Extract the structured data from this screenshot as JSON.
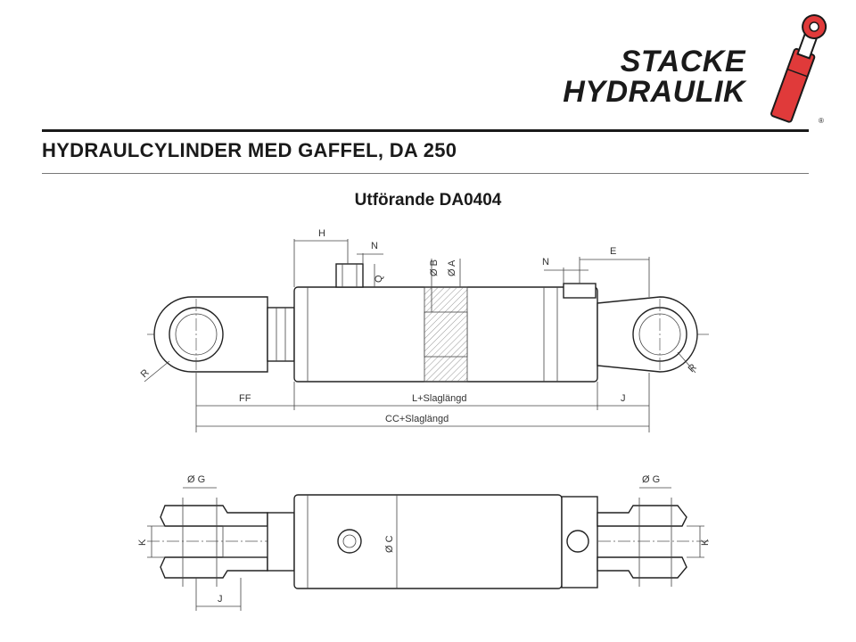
{
  "logo": {
    "line1": "STACKE",
    "line2": "HYDRAULIK",
    "registered": "®",
    "accent_color": "#e03a3a"
  },
  "header": {
    "title": "HYDRAULCYLINDER MED GAFFEL, DA 250"
  },
  "subtitle": "Utförande DA0404",
  "top_view": {
    "dim_H": "H",
    "dim_N_left": "N",
    "dim_Q": "Q",
    "dim_B": "Ø B",
    "dim_A": "Ø A",
    "dim_N_right": "N",
    "dim_E": "E",
    "dim_R_left": "R",
    "dim_R_right": "R",
    "dim_FF": "FF",
    "dim_L": "L+Slaglängd",
    "dim_J": "J",
    "dim_CC": "CC+Slaglängd"
  },
  "bottom_view": {
    "dim_G_left": "Ø G",
    "dim_G_right": "Ø G",
    "dim_K_left": "K",
    "dim_K_right": "K",
    "dim_C": "Ø C",
    "dim_J": "J"
  }
}
